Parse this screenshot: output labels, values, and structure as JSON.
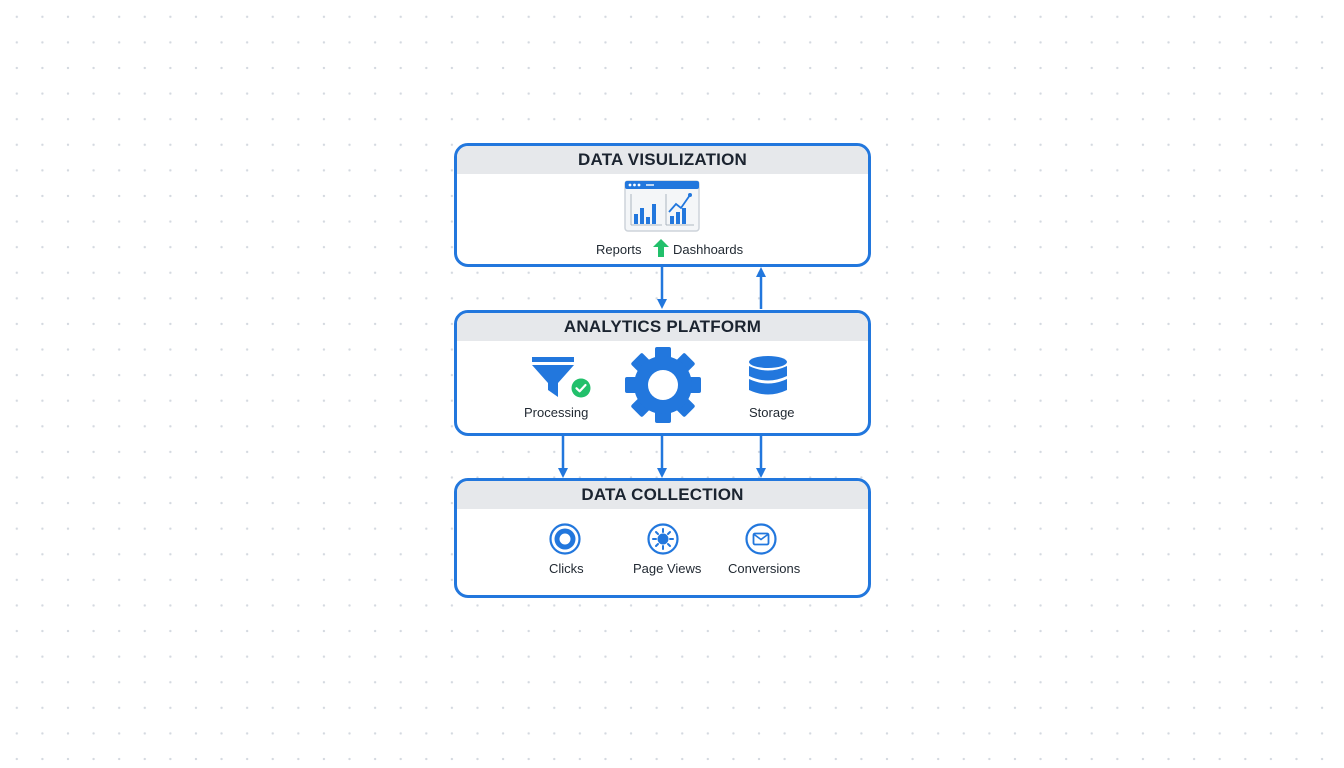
{
  "diagram": {
    "visualization": {
      "title": "DATA VISULIZATION",
      "items": [
        "Reports",
        "Dashhoards"
      ],
      "icons": [
        "dashboard-chart-icon",
        "up-arrow-icon"
      ]
    },
    "platform": {
      "title": "ANALYTICS PLATFORM",
      "items": [
        "Processing",
        "Storage"
      ],
      "icons": [
        "funnel-icon",
        "check-circle-icon",
        "gear-icon",
        "database-icon"
      ]
    },
    "collection": {
      "title": "DATA COLLECTION",
      "items": [
        "Clicks",
        "Page Views",
        "Conversions"
      ],
      "icons": [
        "target-icon",
        "sun-icon",
        "email-icon"
      ]
    }
  },
  "colors": {
    "accent": "#2277dd",
    "header_bg": "#e6e8eb",
    "success": "#22c06b"
  }
}
